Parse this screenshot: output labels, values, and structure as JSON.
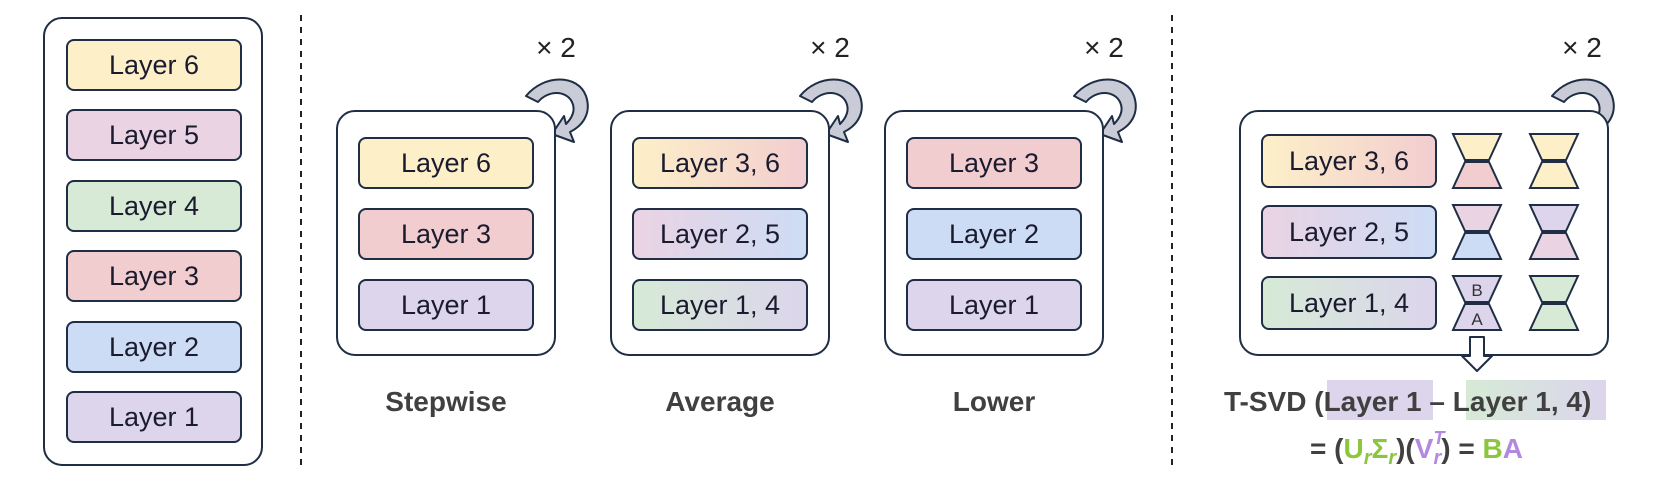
{
  "left_stack": [
    "Layer 6",
    "Layer 5",
    "Layer 4",
    "Layer 3",
    "Layer 2",
    "Layer 1"
  ],
  "panels": [
    {
      "caption": "Stepwise",
      "repeat": "× 2",
      "layers": [
        "Layer 6",
        "Layer 3",
        "Layer 1"
      ]
    },
    {
      "caption": "Average",
      "repeat": "× 2",
      "layers": [
        "Layer 3, 6",
        "Layer 2, 5",
        "Layer 1, 4"
      ]
    },
    {
      "caption": "Lower",
      "repeat": "× 2",
      "layers": [
        "Layer 3",
        "Layer 2",
        "Layer 1"
      ]
    }
  ],
  "tsvd_panel": {
    "repeat": "× 2",
    "layers": [
      "Layer 3, 6",
      "Layer 2, 5",
      "Layer 1, 4"
    ],
    "adapter_top_label": "B",
    "adapter_bottom_label": "A",
    "formula_line1": {
      "prefix": "T-SVD (",
      "term1": "Layer 1",
      "minus": " – ",
      "term2": "Layer 1, 4",
      "suffix": ")"
    },
    "formula_line2": {
      "eq": "= (",
      "U": "U",
      "r1": "r",
      "Sigma": "Σ",
      "r2": "r",
      "mid": ")(",
      "V": "V",
      "T": "T",
      "r3": "r",
      "close": ") = ",
      "B": "B",
      "A": "A"
    }
  },
  "colors": {
    "yellow": "#fdf0c8",
    "pink": "#ead3e3",
    "green": "#d6ead6",
    "red": "#f2cdd0",
    "blue": "#cddcf5",
    "purple": "#dcd5ec",
    "stroke": "#1f2d45",
    "formula_green": "#8cc63f",
    "formula_purple": "#b388e0"
  }
}
